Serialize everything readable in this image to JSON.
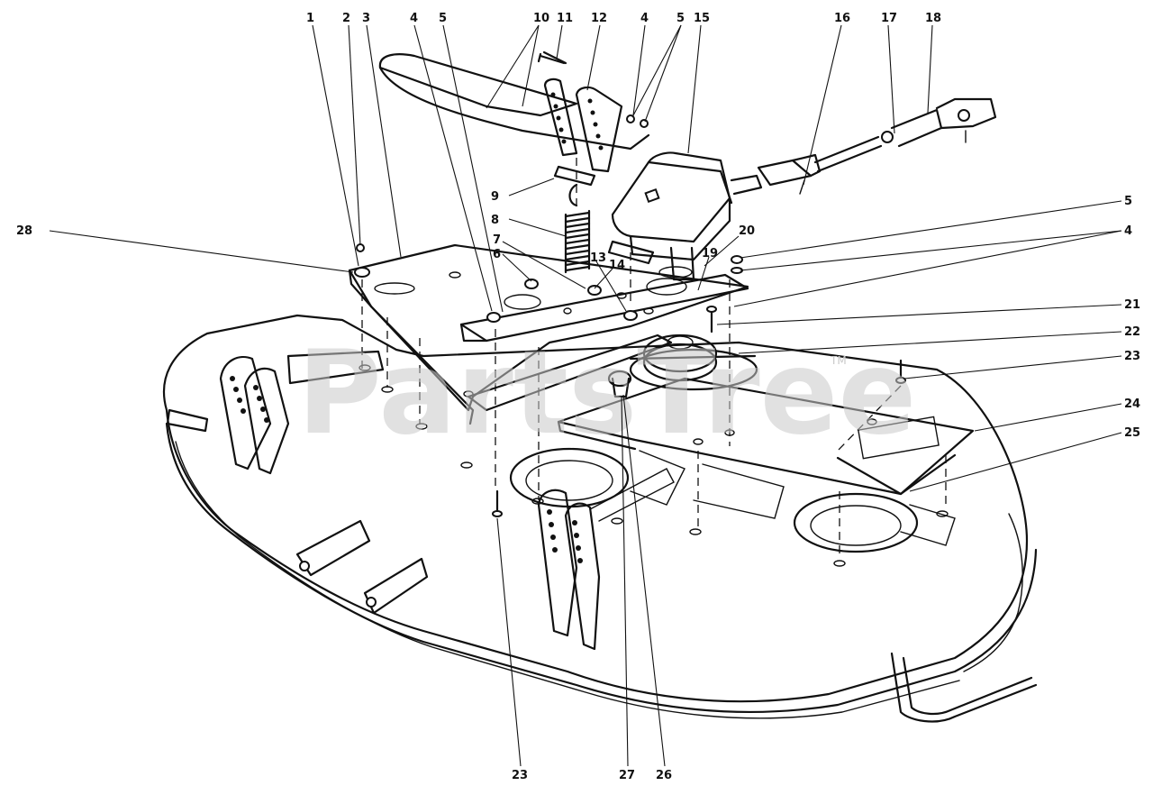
{
  "watermark": {
    "text": "PartsTree",
    "trademark": "TM"
  },
  "callouts": [
    {
      "id": "c1",
      "label": "1"
    },
    {
      "id": "c2",
      "label": "2"
    },
    {
      "id": "c3",
      "label": "3"
    },
    {
      "id": "c4a",
      "label": "4"
    },
    {
      "id": "c5a",
      "label": "5"
    },
    {
      "id": "c10",
      "label": "10"
    },
    {
      "id": "c11",
      "label": "11"
    },
    {
      "id": "c12",
      "label": "12"
    },
    {
      "id": "c4b",
      "label": "4"
    },
    {
      "id": "c5b",
      "label": "5"
    },
    {
      "id": "c15",
      "label": "15"
    },
    {
      "id": "c16",
      "label": "16"
    },
    {
      "id": "c17",
      "label": "17"
    },
    {
      "id": "c18",
      "label": "18"
    },
    {
      "id": "c28",
      "label": "28"
    },
    {
      "id": "c9",
      "label": "9"
    },
    {
      "id": "c8",
      "label": "8"
    },
    {
      "id": "c7",
      "label": "7"
    },
    {
      "id": "c6",
      "label": "6"
    },
    {
      "id": "c13",
      "label": "13"
    },
    {
      "id": "c14",
      "label": "14"
    },
    {
      "id": "c19",
      "label": "19"
    },
    {
      "id": "c20",
      "label": "20"
    },
    {
      "id": "c5c",
      "label": "5"
    },
    {
      "id": "c4c",
      "label": "4"
    },
    {
      "id": "c21",
      "label": "21"
    },
    {
      "id": "c22",
      "label": "22"
    },
    {
      "id": "c23a",
      "label": "23"
    },
    {
      "id": "c24",
      "label": "24"
    },
    {
      "id": "c25",
      "label": "25"
    },
    {
      "id": "c23b",
      "label": "23"
    },
    {
      "id": "c27",
      "label": "27"
    },
    {
      "id": "c26",
      "label": "26"
    }
  ]
}
